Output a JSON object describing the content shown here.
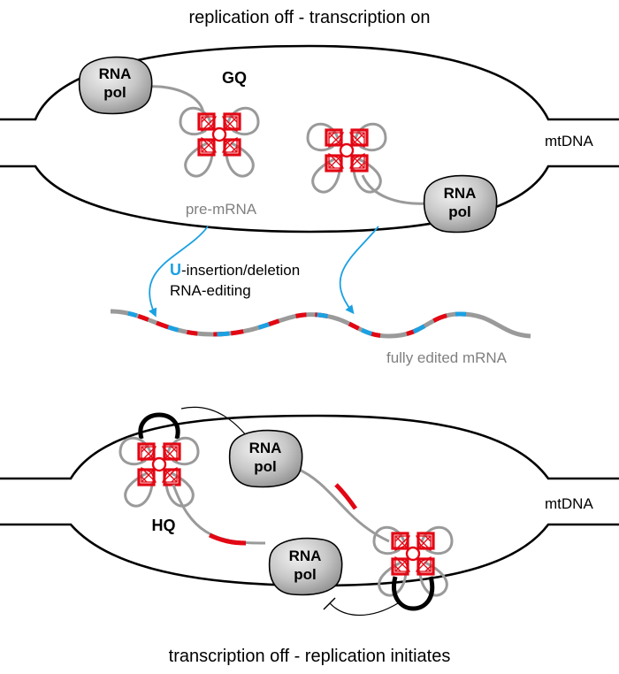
{
  "titles": {
    "top": "replication off - transcription on",
    "bottom": "transcription off - replication initiates"
  },
  "labels": {
    "mtdna": "mtDNA",
    "gq": "GQ",
    "hq": "HQ",
    "pre_mrna": "pre-mRNA",
    "editing_u": "U",
    "editing_line1_rest": "-insertion/deletion",
    "editing_line2": "RNA-editing",
    "edited_mrna": "fully edited mRNA",
    "rna_pol_line1": "RNA",
    "rna_pol_line2": "pol"
  },
  "colors": {
    "quadruplex": "#e30613",
    "uridine": "#1ba1e2",
    "rna": "#9a9a9a",
    "dna": "#000000",
    "polymerase_light": "#eeeeee",
    "polymerase_dark": "#9b9b9b"
  },
  "icons": {
    "polymerase": "rna-polymerase-blob",
    "quadruplex": "g-quadruplex-knot"
  }
}
